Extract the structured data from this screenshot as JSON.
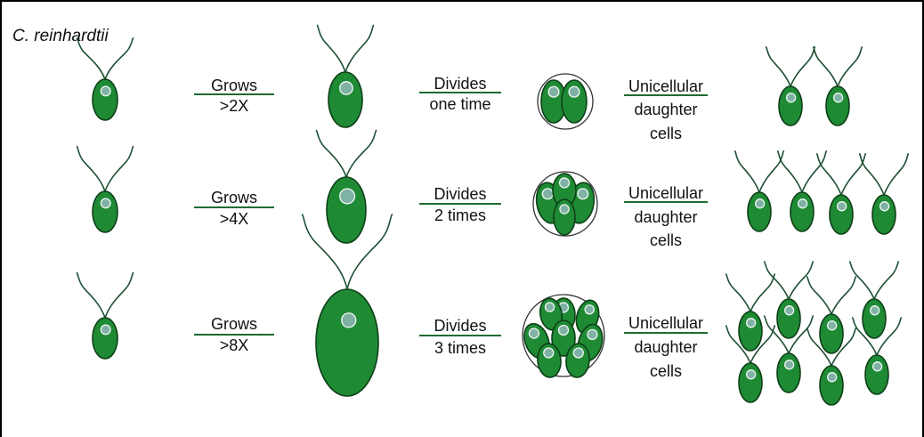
{
  "figure": {
    "title": "C. reinhardtii",
    "colors": {
      "cell_fill": "#1f8a34",
      "cell_outline": "#0d3f17",
      "nucleus_fill": "#7fb1a4",
      "flagellum": "#1d4f33",
      "divider_line": "#1f6b33",
      "frame": "#000000"
    },
    "rows": [
      {
        "grow": {
          "top": "Grows",
          "bottom": ">2X"
        },
        "divide": {
          "top": "Divides",
          "bottom": "one time"
        },
        "result": {
          "top": "Unicellular",
          "mid": "daughter",
          "bottom": "cells"
        },
        "division_count": 1,
        "daughter_cells": 2
      },
      {
        "grow": {
          "top": "Grows",
          "bottom": ">4X"
        },
        "divide": {
          "top": "Divides",
          "bottom": "2 times"
        },
        "result": {
          "top": "Unicellular",
          "mid": "daughter",
          "bottom": "cells"
        },
        "division_count": 2,
        "daughter_cells": 4
      },
      {
        "grow": {
          "top": "Grows",
          "bottom": ">8X"
        },
        "divide": {
          "top": "Divides",
          "bottom": "3 times"
        },
        "result": {
          "top": "Unicellular",
          "mid": "daughter",
          "bottom": "cells"
        },
        "division_count": 3,
        "daughter_cells": 8
      }
    ]
  }
}
